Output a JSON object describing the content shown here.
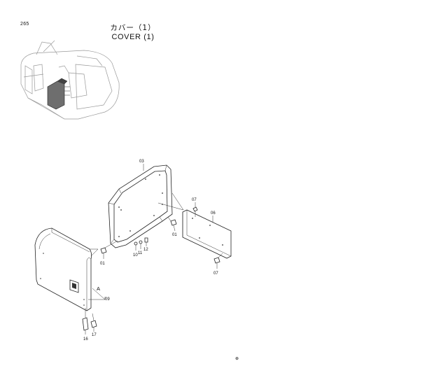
{
  "page": {
    "number": "265"
  },
  "title": {
    "ja": "カバー（1）",
    "en": "COVER (1)"
  },
  "callouts": {
    "c03": "03",
    "c07_top": "07",
    "c06": "06",
    "c01_mid": "01",
    "c12": "12",
    "c11": "11",
    "c10": "10",
    "c01_left": "01",
    "c07_bottom": "07",
    "cA": "A",
    "c09": "09",
    "c16": "16",
    "c17": "17"
  },
  "footer_mark": "⊕"
}
